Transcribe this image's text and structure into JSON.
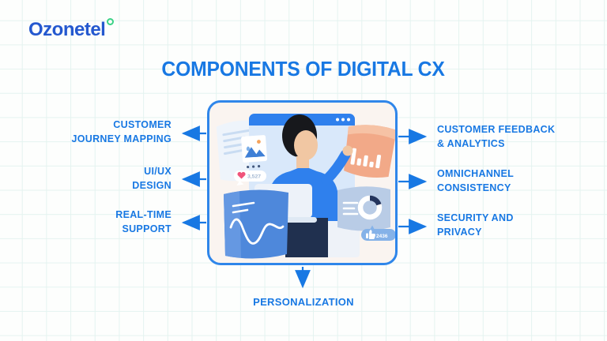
{
  "logo": {
    "brand": "Ozonetel"
  },
  "header": {
    "title": "COMPONENTS OF DIGITAL CX"
  },
  "diagram": {
    "left": [
      {
        "line1": "CUSTOMER",
        "line2": "JOURNEY MAPPING"
      },
      {
        "line1": "UI/UX",
        "line2": "DESIGN"
      },
      {
        "line1": "REAL-TIME",
        "line2": "SUPPORT"
      }
    ],
    "right": [
      {
        "line1": "CUSTOMER FEEDBACK",
        "line2": "& ANALYTICS"
      },
      {
        "line1": "OMNICHANNEL",
        "line2": "CONSISTENCY"
      },
      {
        "line1": "SECURITY AND",
        "line2": "PRIVACY"
      }
    ],
    "bottom": {
      "label": "PERSONALIZATION"
    }
  },
  "illustration": {
    "likes_count": "3,527",
    "thumbs_count": "2436"
  },
  "colors": {
    "accent_blue": "#1878e3",
    "logo_blue": "#2458cf",
    "logo_green": "#3bd286",
    "card_border": "#2f86ea",
    "card_background": "#faf4f0",
    "grid_line": "#e4f3f0",
    "shirt_blue": "#2f80ed",
    "panel_orange": "#f2a988",
    "heart_pink": "#f0547a"
  }
}
